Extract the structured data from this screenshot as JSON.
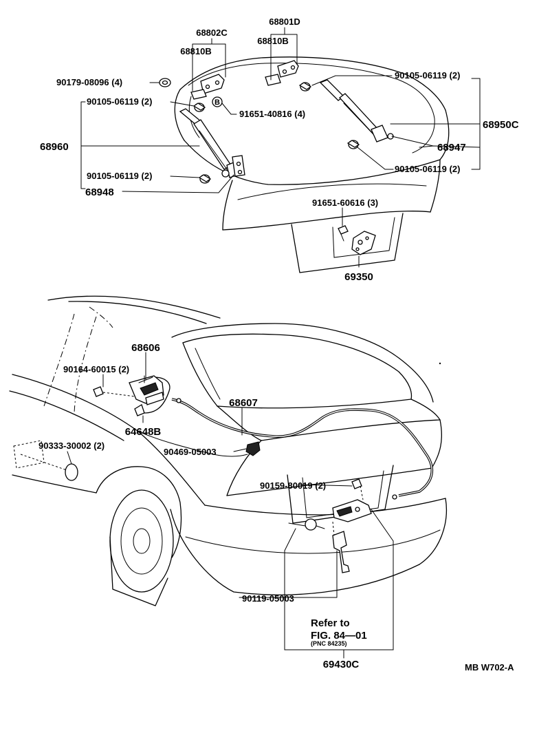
{
  "diagram_id": "MB W702-A",
  "parts": {
    "p68801D": "68801D",
    "p68802C": "68802C",
    "p68810B_left": "68810B",
    "p68810B_right": "68810B",
    "p90179_08096": "90179-08096 (4)",
    "p90105_06119_top_left": "90105-06119 (2)",
    "p90105_06119_top_right": "90105-06119 (2)",
    "p91651_40816": "91651-40816 (4)",
    "p68950C": "68950C",
    "p68960": "68960",
    "p68947": "68947",
    "p90105_06119_bottom_right": "90105-06119 (2)",
    "p90105_06119_bottom_left": "90105-06119 (2)",
    "p68948": "68948",
    "p91651_60616": "91651-60616 (3)",
    "p69350": "69350",
    "p68606": "68606",
    "p90164_60015": "90164-60015 (2)",
    "p68607": "68607",
    "p64648B": "64648B",
    "p90333_30002": "90333-30002 (2)",
    "p90469_05003": "90469-05003",
    "p90159_80019": "90159-80019 (2)",
    "p90119_05003": "90119-05003",
    "p69430C": "69430C"
  },
  "callout_B": "B",
  "reference": {
    "line1": "Refer to",
    "line2": "FIG. 84—01",
    "line3": "(PNC 84235)"
  }
}
